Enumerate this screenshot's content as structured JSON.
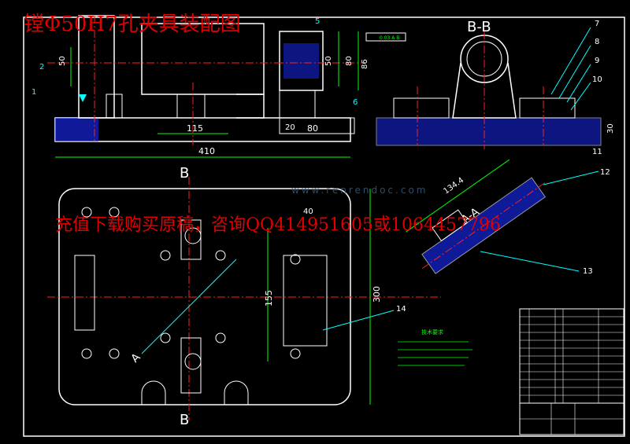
{
  "title": "镗Φ50H7孔夹具装配图",
  "watermark_text": "www.renrendoc.com",
  "ad_text": "充值下载购买原稿，咨询QQ414951605或1064457796",
  "section_labels": {
    "bb_top": "B-B",
    "b_top": "B",
    "b_bottom": "B",
    "aa": "A-A",
    "a_left": "A"
  },
  "dimensions": {
    "d50_left": "50",
    "d50_right": "50",
    "d80": "80",
    "d86": "86",
    "d115": "115",
    "d20": "20",
    "d80b": "80",
    "d410": "410",
    "d155": "155",
    "d300": "300",
    "d40": "40",
    "d30": "30",
    "d134": "134.4",
    "tolerance": "0.03 A B"
  },
  "balloons": [
    "1",
    "2",
    "5",
    "6",
    "7",
    "8",
    "9",
    "10",
    "11",
    "12",
    "13",
    "14"
  ],
  "tech_requirements_title": "技术要求",
  "colors": {
    "background": "#000000",
    "outline": "#ffffff",
    "center_line": "#ff2020",
    "leader": "#00ffff",
    "dim": "#00ff00",
    "hatch": "#3050ff",
    "title": "#e00000"
  }
}
